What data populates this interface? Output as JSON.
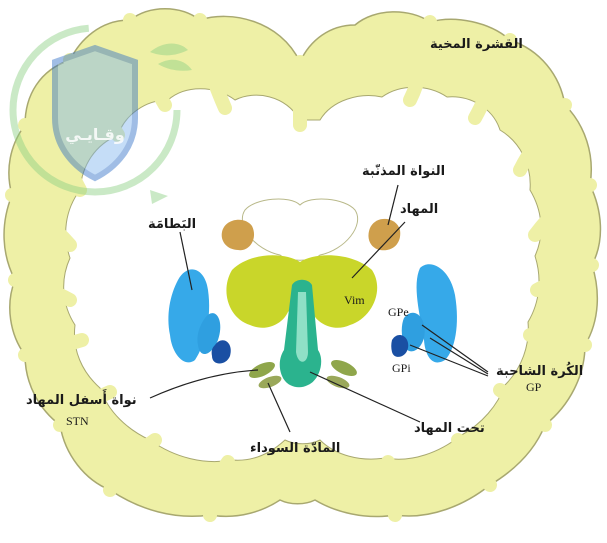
{
  "colors": {
    "white_matter": "#ffffff",
    "gray_matter": "#eef0a6",
    "cortex_outline": "#a8a870",
    "caudate": "#cf9f4c",
    "putamen": "#36a9e9",
    "gpe": "#2f9fe0",
    "gpi": "#1a4fa3",
    "thalamus": "#c9d62a",
    "hypothalamus": "#2bb38e",
    "stn": "#8fa64b",
    "substantia_nigra": "#9aa85a",
    "watermark_green": "#8ccf83",
    "watermark_blue": "#2f6fc6"
  },
  "watermark": {
    "text": "وقـايـي",
    "icon": "shield-logo-icon"
  },
  "labels": {
    "cortex": "القشرة المخية",
    "caudate": "النواة المذنّبة",
    "thalamus": "المهاد",
    "putamen": "البَطامَة",
    "vim": "Vim",
    "gpe": "GPe",
    "gpi": "GPi",
    "globus_pallidus": "الكُرة الشاحبة",
    "gp": "GP",
    "stn_ar": "نواة أَسفل المهاد",
    "stn": "STN",
    "substantia_nigra": "المادّة السوداء",
    "hypothalamus": "تحت المهاد"
  }
}
